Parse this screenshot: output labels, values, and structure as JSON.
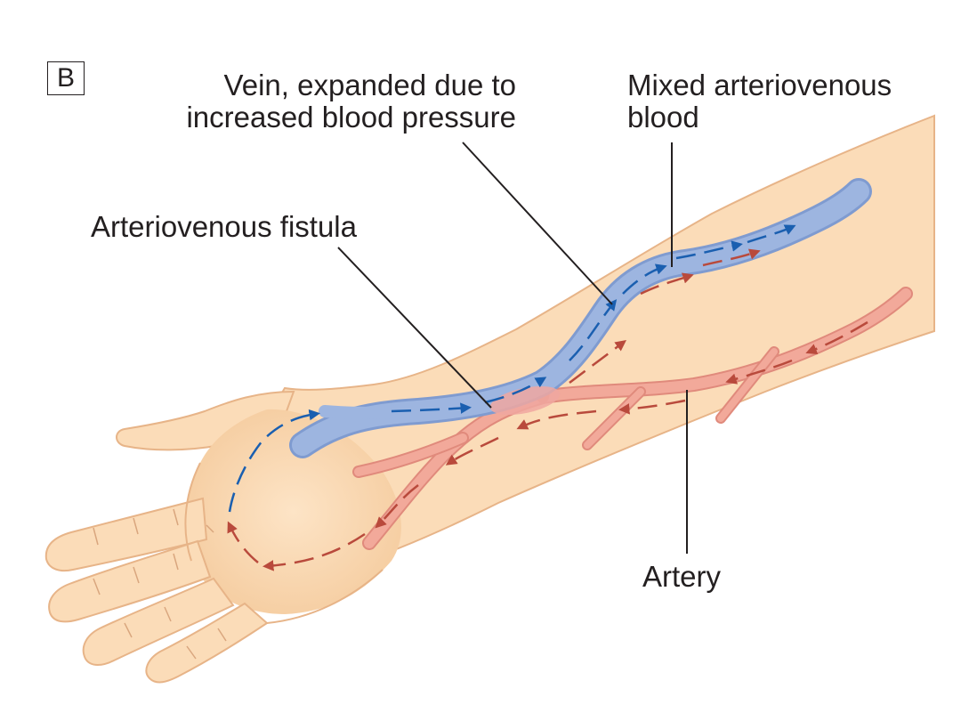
{
  "panel_letter": "B",
  "labels": {
    "vein_line1": "Vein, expanded due to",
    "vein_line2": "increased blood pressure",
    "mixed_line1": "Mixed arteriovenous",
    "mixed_line2": "blood",
    "fistula": "Arteriovenous fistula",
    "artery": "Artery"
  },
  "colors": {
    "skin": "#fbdcb8",
    "skin_outline": "#e7b488",
    "skin_shadow": "#f3c99d",
    "vein": "#9db5e0",
    "vein_outline": "#7f9bd0",
    "vein_arrow": "#1a5fb0",
    "artery": "#f2a99a",
    "artery_outline": "#e08a7c",
    "artery_arrow": "#b94a3c",
    "fistula_blend": "#f0a7a0",
    "leader_line": "#231f20"
  },
  "icons": {
    "vein_flow": "arrow-icon-blue",
    "artery_flow": "arrow-icon-red"
  }
}
